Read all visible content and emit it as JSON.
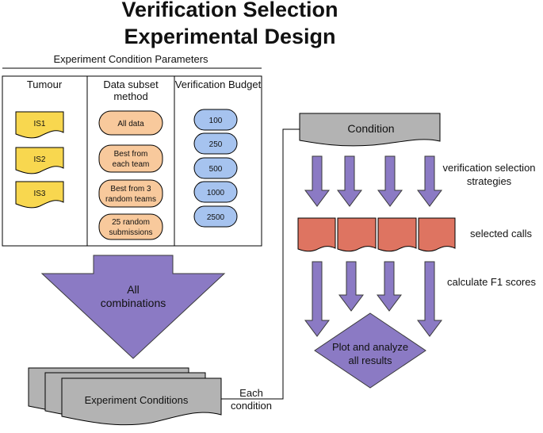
{
  "title": {
    "line1": "Verification Selection",
    "line2": "Experimental Design"
  },
  "parameters": {
    "caption": "Experiment Condition Parameters",
    "columns": {
      "tumour": {
        "header": "Tumour",
        "items": [
          "IS1",
          "IS2",
          "IS3"
        ]
      },
      "subset": {
        "header_line1": "Data subset",
        "header_line2": "method",
        "items": [
          {
            "line1": "All data",
            "line2": ""
          },
          {
            "line1": "Best from",
            "line2": "each team"
          },
          {
            "line1": "Best from 3",
            "line2": "random teams"
          },
          {
            "line1": "25 random",
            "line2": "submissions"
          }
        ]
      },
      "budget": {
        "header": "Verification Budget",
        "items": [
          "100",
          "250",
          "500",
          "1000",
          "2500"
        ]
      }
    }
  },
  "combine": {
    "line1": "All",
    "line2": "combinations"
  },
  "conditions_stack": {
    "label": "Experiment Conditions"
  },
  "connector": {
    "line1": "Each",
    "line2": "condition"
  },
  "pipeline": {
    "condition_label": "Condition",
    "strategies_line1": "verification selection",
    "strategies_line2": "strategies",
    "selected_calls": "selected calls",
    "f1_scores": "calculate F1 scores",
    "plot_line1": "Plot and analyze",
    "plot_line2": "all results"
  },
  "colors": {
    "yellow": "#f8d74f",
    "orange": "#f8c99c",
    "blue": "#a6c3ef",
    "purple": "#8b7ac4",
    "gray": "#b3b3b3",
    "red": "#de7461"
  }
}
